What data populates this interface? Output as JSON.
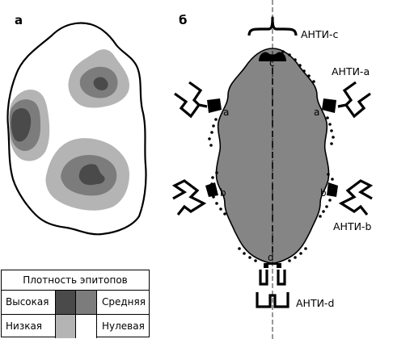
{
  "panel_a": {
    "label": "а"
  },
  "panel_b": {
    "label": "б",
    "antibodies": {
      "c": "АНТИ-с",
      "a": "АНТИ-а",
      "b": "АНТИ-b",
      "d": "АНТИ-d"
    },
    "sites": {
      "c": "c",
      "a": "a",
      "b": "b",
      "d": "d"
    }
  },
  "legend": {
    "title": "Плотность эпитопов",
    "high": "Высокая",
    "medium": "Средняя",
    "low": "Низкая",
    "zero": "Нулевая"
  },
  "colors": {
    "high": "#4a4a4a",
    "medium": "#7c7c7c",
    "low": "#b4b4b4",
    "zero": "#ffffff",
    "cell_b": "#858585",
    "outline": "#000000"
  }
}
